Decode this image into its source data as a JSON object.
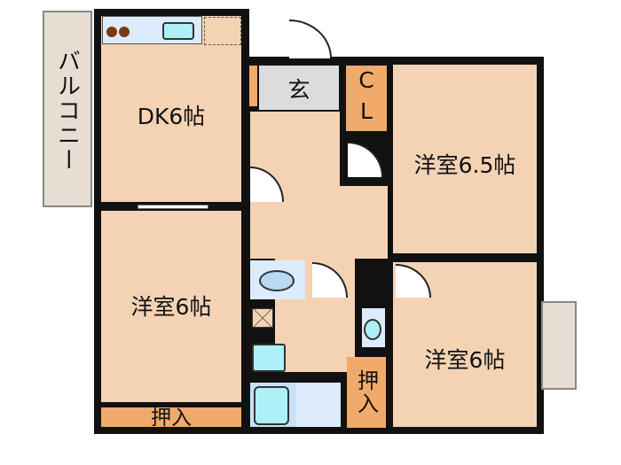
{
  "rooms": {
    "balcony_left": "バルコニー",
    "dk": "DK6帖",
    "western_left": "洋室6帖",
    "closet_left": "押入",
    "entrance": "玄",
    "cl": "CL",
    "western_top_right": "洋室6.5帖",
    "western_bottom_right": "洋室6帖",
    "closet_center": "押入"
  },
  "colors": {
    "room": "#f4d3b5",
    "storage": "#f0aa6a",
    "wet_area": "#dcecfc",
    "entrance": "#dcdcdc",
    "wall": "#111111"
  }
}
